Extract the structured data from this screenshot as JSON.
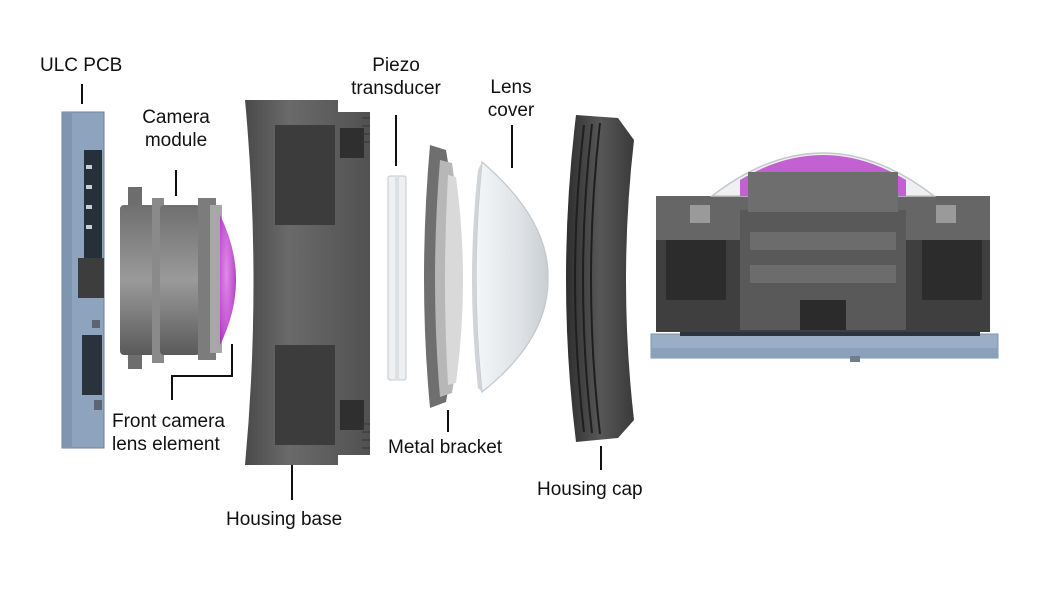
{
  "labels": {
    "ulc_pcb": "ULC PCB",
    "camera_module_1": "Camera",
    "camera_module_2": "module",
    "piezo_1": "Piezo",
    "piezo_2": "transducer",
    "lens_cover_1": "Lens",
    "lens_cover_2": "cover",
    "front_lens_1": "Front camera",
    "front_lens_2": "lens element",
    "housing_base": "Housing base",
    "metal_bracket": "Metal bracket",
    "housing_cap": "Housing cap"
  },
  "colors": {
    "pcb_blue": "#8fa5bf",
    "housing_gray": "#5c5c5c",
    "housing_dark": "#3a3a3a",
    "lens_magenta": "#c04fd0",
    "lens_clear": "#e8ecef"
  }
}
